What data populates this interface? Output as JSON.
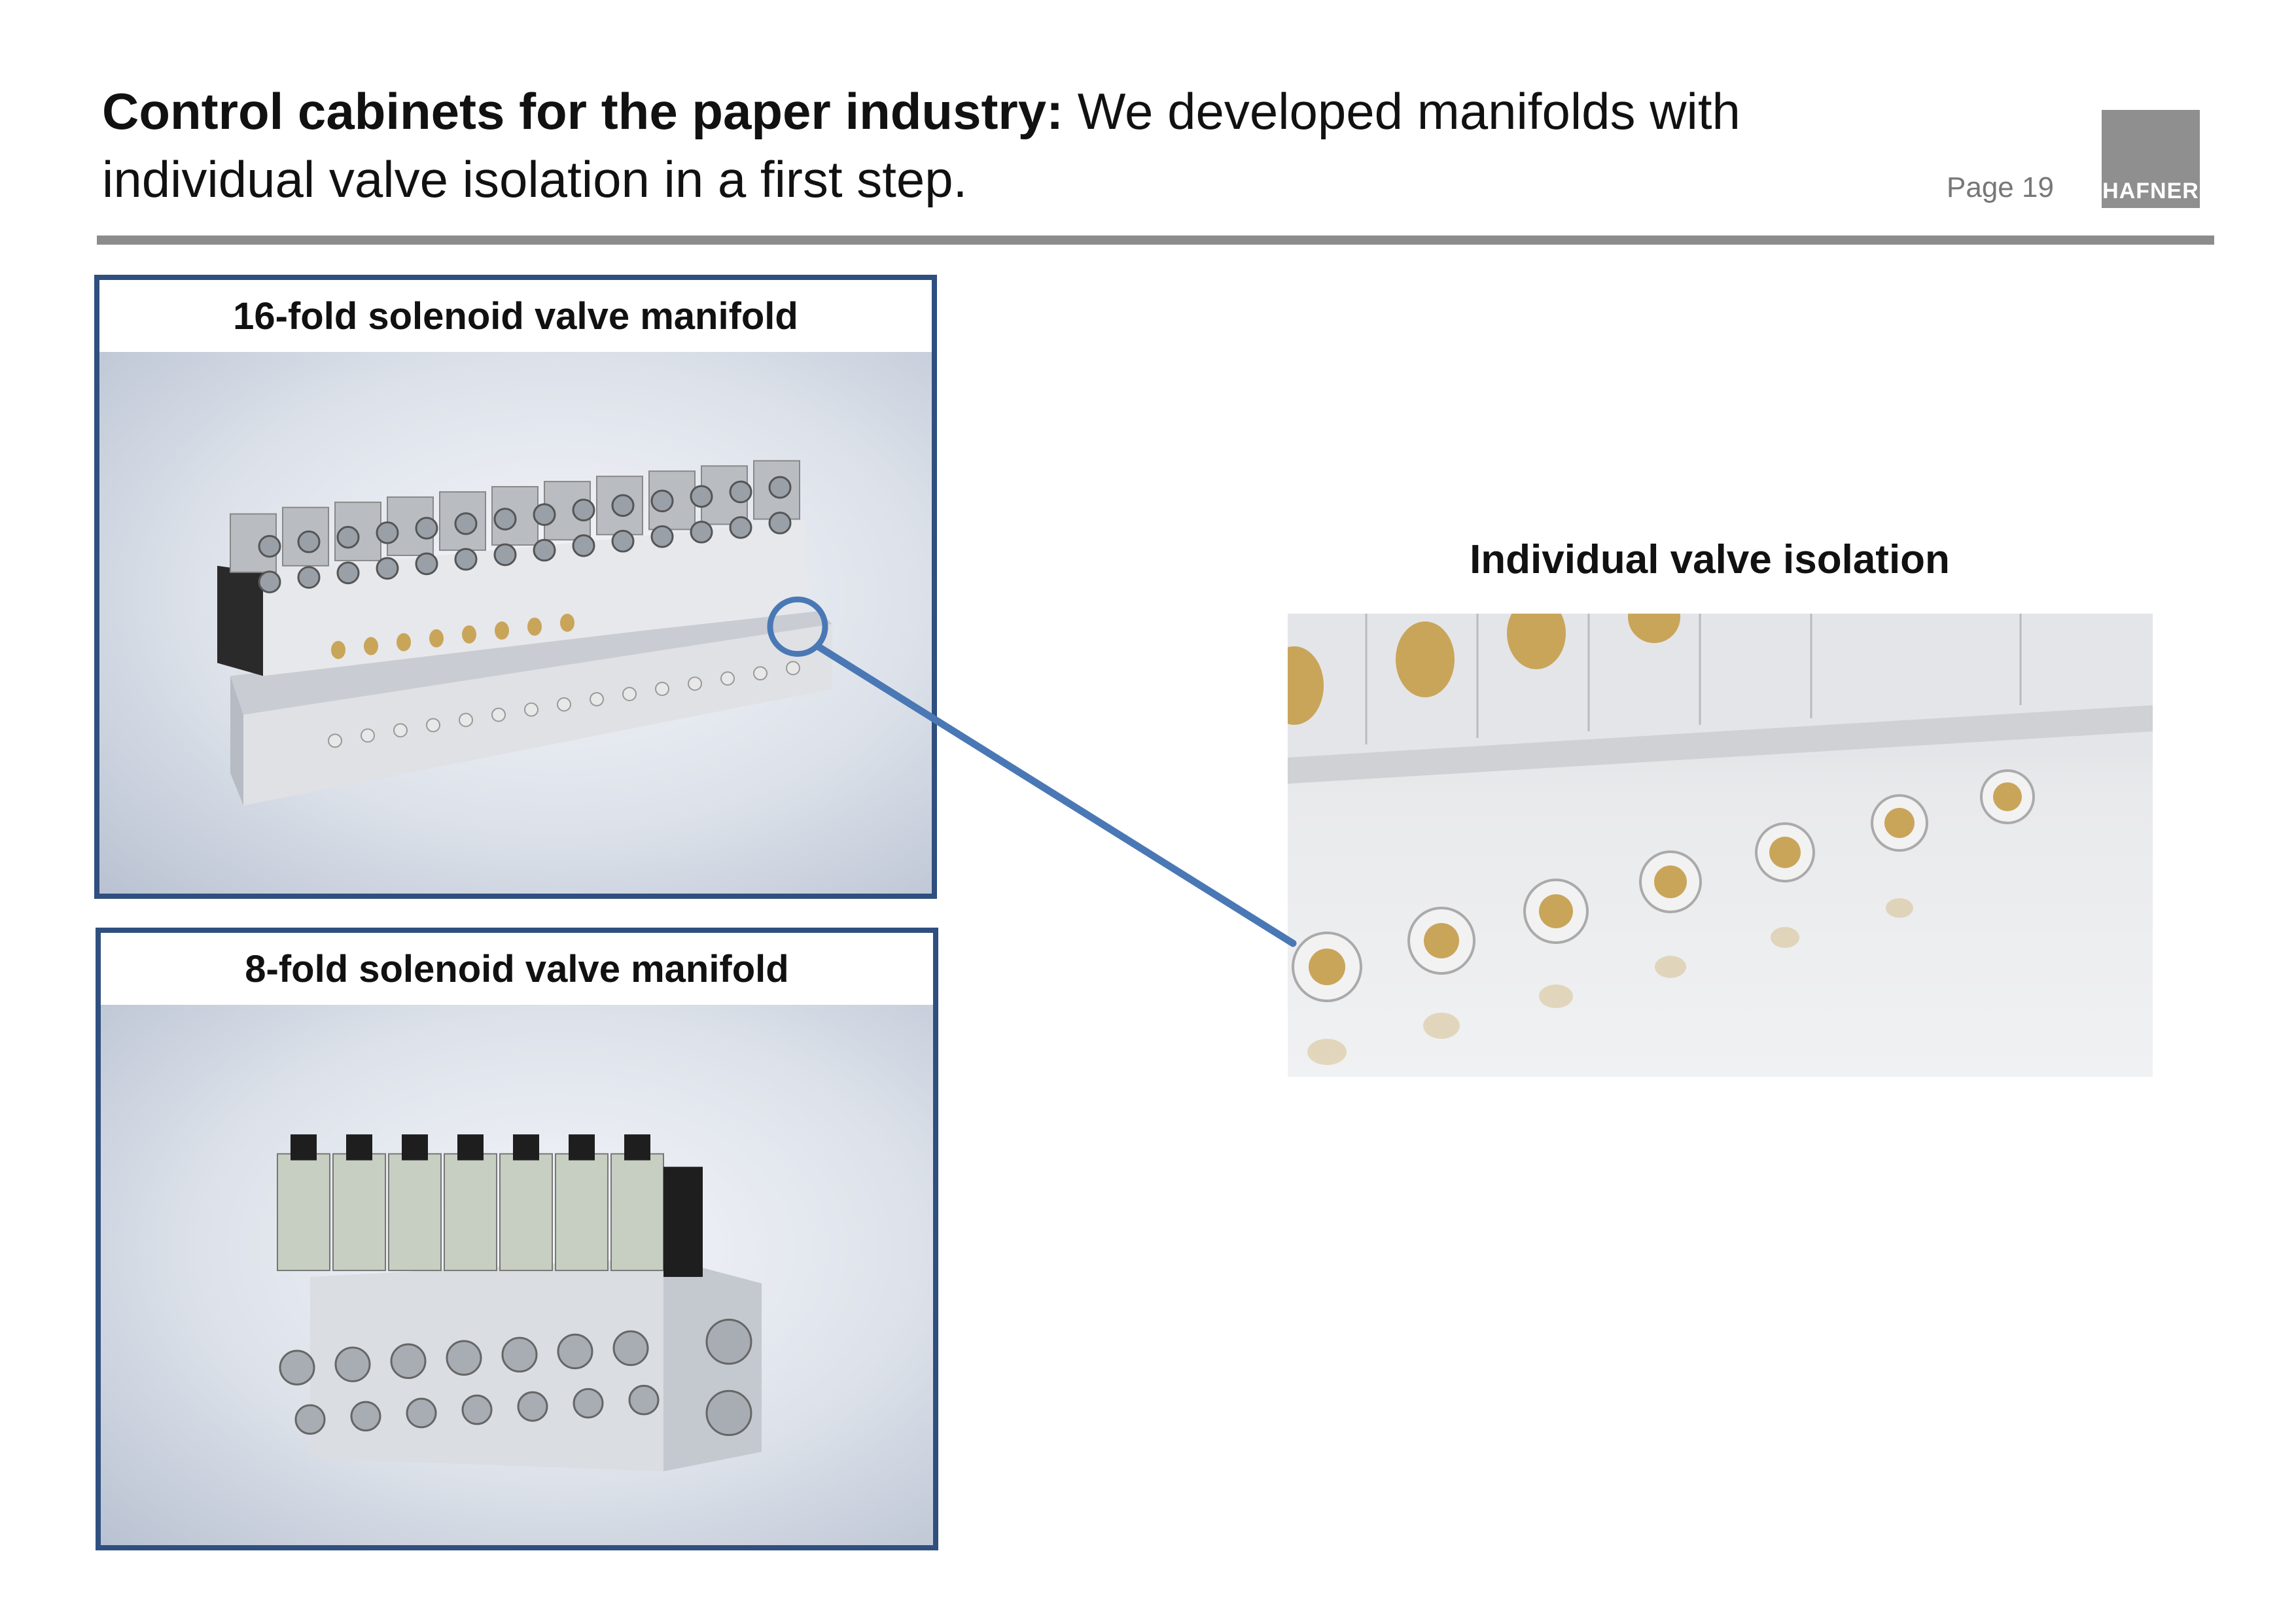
{
  "header": {
    "title_bold": "Control cabinets for the paper industry:",
    "title_rest": " We developed manifolds with individual valve isolation in a first step.",
    "page_label": "Page 19",
    "logo_text": "HAFNER"
  },
  "panels": {
    "top_caption": "16-fold solenoid valve manifold",
    "bottom_caption": "8-fold solenoid valve manifold"
  },
  "zoom": {
    "caption": "Individual valve isolation"
  },
  "colors": {
    "frame": "#2f4f7f",
    "connector": "#4a78b5",
    "rule": "#8c8c8c",
    "logo": "#8f8f8f"
  }
}
